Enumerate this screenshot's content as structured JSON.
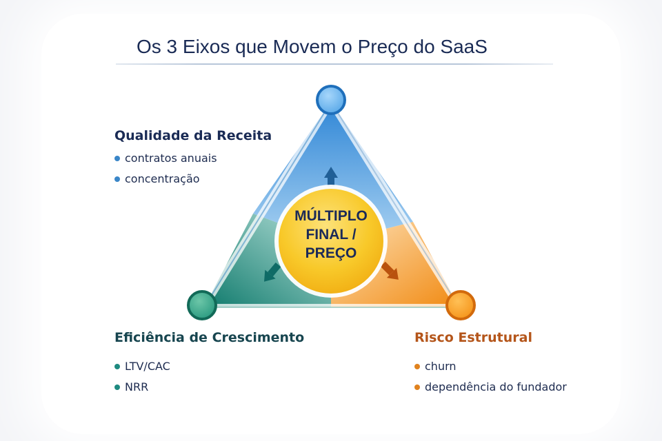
{
  "title": "Os 3 Eixos que Movem o Preço do SaaS",
  "center": {
    "lines": [
      "MÚLTIPLO",
      "FINAL /",
      "PREÇO"
    ],
    "color": "#f5c21b"
  },
  "axes": [
    {
      "id": "revenue-quality",
      "title": "Qualidade da Receita",
      "title_color": "#1a2b55",
      "bullet_color": "#3a86c8",
      "node_color": "#4a9fe0",
      "position": "top",
      "items": [
        "contratos anuais",
        "concentração"
      ]
    },
    {
      "id": "growth-efficiency",
      "title": "Eficiência de Crescimento",
      "title_color": "#17454f",
      "bullet_color": "#1e8a80",
      "node_color": "#2a9b85",
      "position": "bottom-left",
      "items": [
        "LTV/CAC",
        "NRR"
      ]
    },
    {
      "id": "structural-risk",
      "title": "Risco Estrutural",
      "title_color": "#b4551a",
      "bullet_color": "#e0821e",
      "node_color": "#f59a1e",
      "position": "bottom-right",
      "items": [
        "churn",
        "dependência do fundador"
      ]
    }
  ]
}
